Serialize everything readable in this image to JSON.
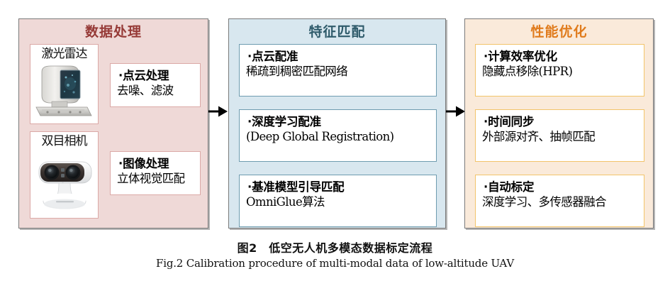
{
  "figure": {
    "caption_cn": "图2　低空无人机多模态数据标定流程",
    "caption_en": "Fig.2    Calibration procedure of multi-modal data of low-altitude UAV"
  },
  "colors": {
    "panel_data_bg": "#efd9d7",
    "panel_data_title": "#963a37",
    "panel_feature_bg": "#d8e7ef",
    "panel_feature_title": "#2f5b6b",
    "panel_perf_bg": "#faeada",
    "panel_perf_title": "#e07b1c",
    "card_border_pink": "#dba9a6",
    "card_border_blue": "#6e9cb0",
    "card_border_orange": "#f2c46a",
    "panel_border": "#7a7a7a",
    "arrow": "#000000"
  },
  "panels": [
    {
      "id": "data-processing",
      "title": "数据处理",
      "sensors": [
        {
          "label": "激光雷达",
          "icon": "lidar-scanner-icon"
        },
        {
          "label": "双目相机",
          "icon": "stereo-camera-icon"
        }
      ],
      "cards": [
        {
          "main": "·点云处理",
          "sub": "去噪、滤波"
        },
        {
          "main": "·图像处理",
          "sub": "立体视觉匹配"
        }
      ]
    },
    {
      "id": "feature-matching",
      "title": "特征匹配",
      "cards": [
        {
          "main": "·点云配准",
          "sub": "稀疏到稠密匹配网络"
        },
        {
          "main": "·深度学习配准",
          "sub": "(Deep Global Registration)"
        },
        {
          "main": "·基准模型引导匹配",
          "sub": "OmniGlue算法"
        }
      ]
    },
    {
      "id": "performance-optimization",
      "title": "性能优化",
      "cards": [
        {
          "main": "·计算效率优化",
          "sub": "隐藏点移除(HPR)"
        },
        {
          "main": "·时间同步",
          "sub": "外部源对齐、抽帧匹配"
        },
        {
          "main": "·自动标定",
          "sub": "深度学习、多传感器融合"
        }
      ]
    }
  ],
  "connectors": [
    {
      "id": "arrow-data-to-feature",
      "icon": "right-arrow-icon"
    },
    {
      "id": "arrow-feature-to-perf",
      "icon": "right-arrow-icon"
    }
  ]
}
